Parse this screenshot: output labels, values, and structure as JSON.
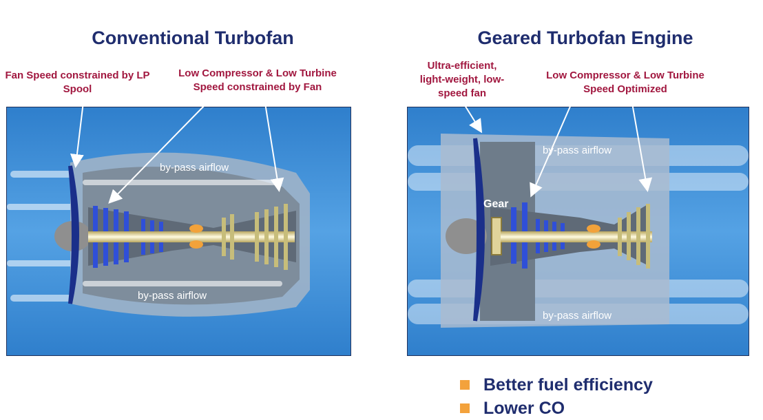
{
  "left": {
    "title": "Conventional Turbofan",
    "callout_fan": "Fan Speed constrained by LP Spool",
    "callout_compressor": "Low Compressor & Low Turbine Speed constrained by Fan",
    "airflow_top": "by-pass airflow",
    "airflow_bottom": "by-pass airflow"
  },
  "right": {
    "title": "Geared Turbofan Engine",
    "callout_fan": "Ultra-efficient, light-weight, low-speed fan",
    "callout_compressor": "Low Compressor & Low Turbine Speed Optimized",
    "gear_label": "Gear",
    "airflow_top": "by-pass airflow",
    "airflow_bottom": "by-pass airflow"
  },
  "bullets": [
    "Better fuel efficiency",
    "Lower CO"
  ],
  "colors": {
    "title": "#1f2d6e",
    "callout": "#a1173f",
    "bullet": "#f3a23c",
    "panel_bg": "#3f8fd8"
  }
}
